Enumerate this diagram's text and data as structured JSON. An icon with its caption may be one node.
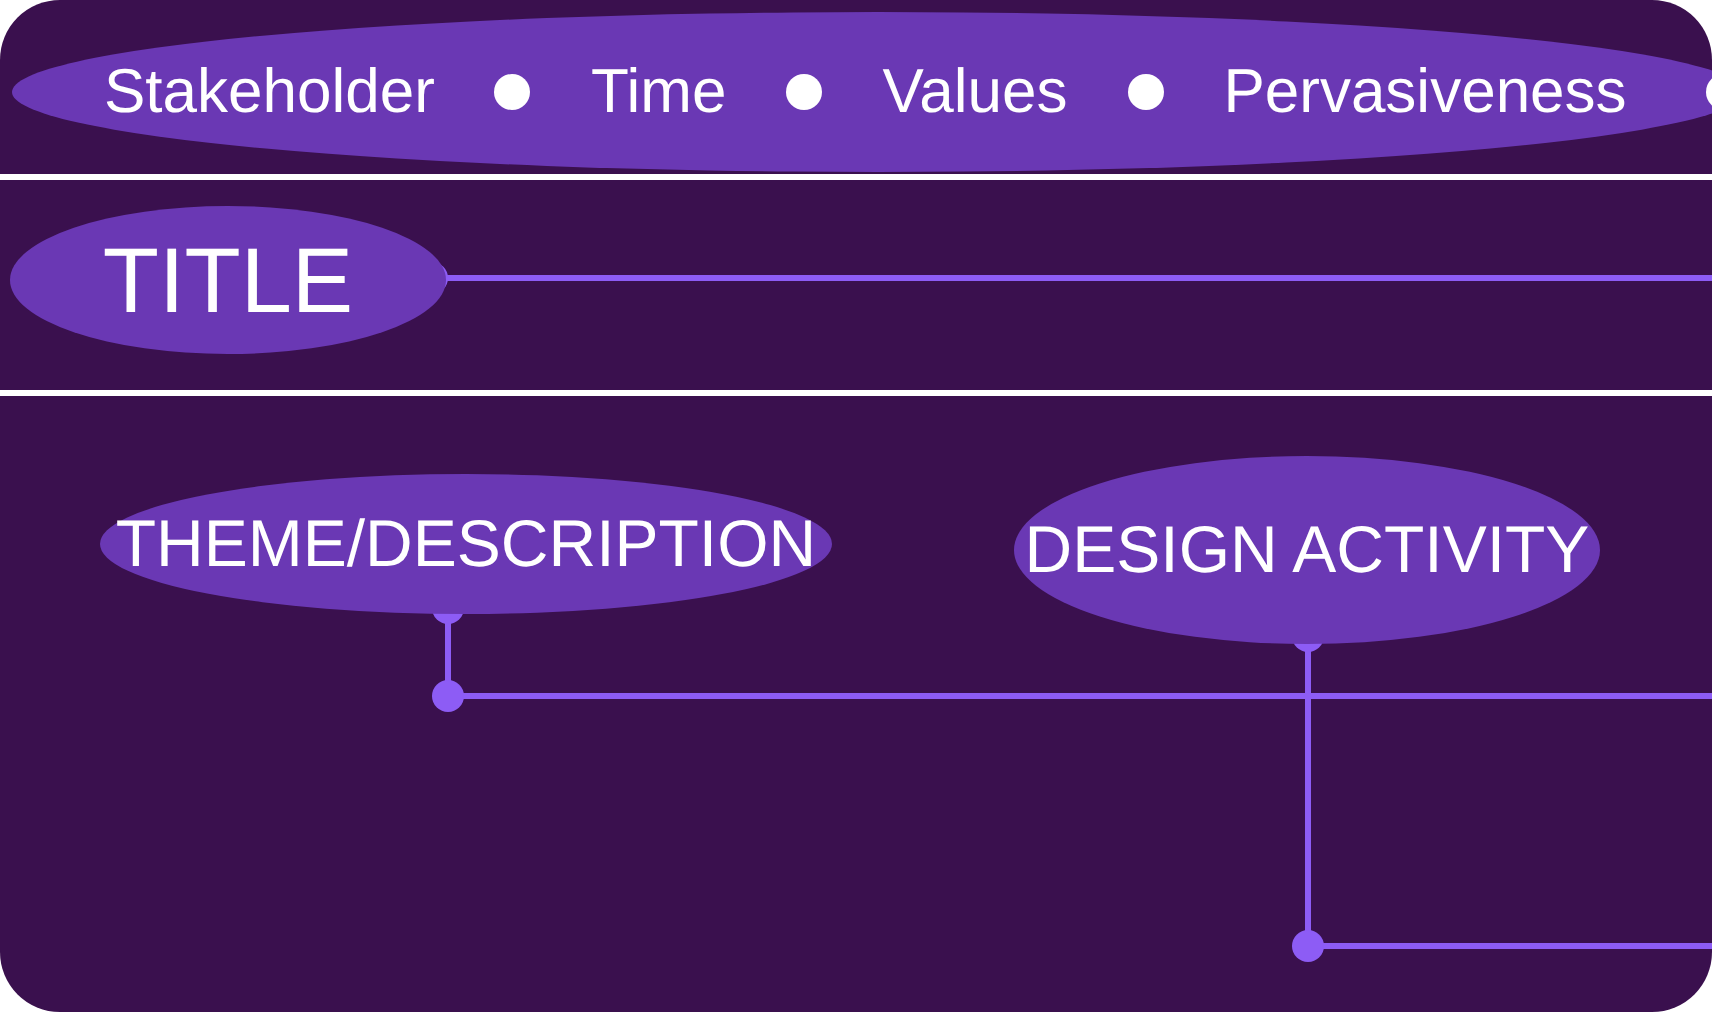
{
  "diagram": {
    "nodes": [
      {
        "text": [
          "Stakeholder",
          "Time",
          "Values",
          "Pervasiveness"
        ]
      },
      {
        "text": [
          "TITLE"
        ]
      },
      {
        "text": [
          "THEME/DESCRIPTION"
        ]
      },
      {
        "text": [
          "DESIGN ACTIVITY"
        ]
      }
    ],
    "edges": [
      {
        "from": 1,
        "to": null,
        "arrow": "other"
      },
      {
        "from": 2,
        "to": null,
        "arrow": "other"
      },
      {
        "from": 3,
        "to": null,
        "arrow": "other"
      }
    ]
  }
}
